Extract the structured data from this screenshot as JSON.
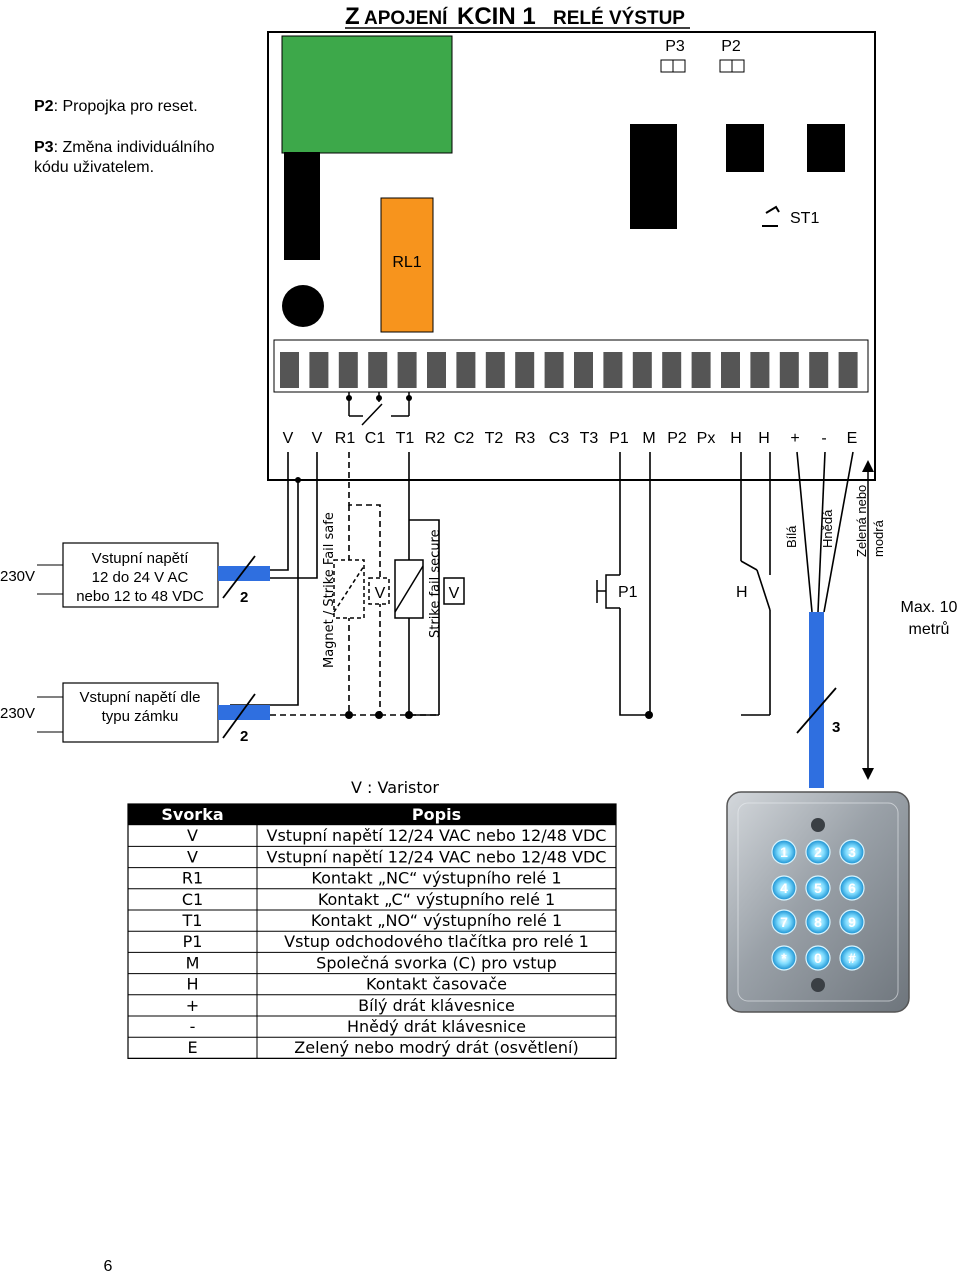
{
  "title": {
    "prefix_big": "Z",
    "prefix_small": "APOJENÍ",
    "kcin": "KCIN 1",
    "rest": "RELÉ VÝSTUP"
  },
  "notes": {
    "p2_key": "P2",
    "p2_text": ": Propojka pro reset.",
    "p3_key": "P3",
    "p3_text": ": Změna individuálního",
    "p3_text2": "kódu uživatelem."
  },
  "board": {
    "jumper_p3": "P3",
    "jumper_p2": "P2",
    "st1": "ST1",
    "relay": "RL1",
    "terminals": [
      "V",
      "V",
      "R1",
      "C1",
      "T1",
      "R2",
      "C2",
      "T2",
      "R3",
      "C3",
      "T3",
      "P1",
      "M",
      "P2",
      "Px",
      "H",
      "H",
      "+",
      "-",
      "E"
    ]
  },
  "wiring": {
    "mains_top": "230V",
    "psu_line1": "Vstupní napětí",
    "psu_line2": "12 do 24 V AC",
    "psu_line3": "nebo 12 to 48 VDC",
    "wires_top": "2",
    "mains_bottom": "230V",
    "lock_psu_line1": "Vstupní napětí dle",
    "lock_psu_line2": "typu zámku",
    "wires_bottom": "2",
    "fail_safe": "Magnet / Strike Fail safe",
    "fail_secure": "Strike fail secure",
    "varistor_1": "V",
    "varistor_2": "V",
    "p1_button": "P1",
    "h_contact": "H",
    "white": "Bílá",
    "brown": "Hnědá",
    "green_1": "Zelená nebo",
    "green_2": "modrá",
    "max_1": "Max. 10",
    "max_2": "metrů",
    "cable_wires": "3",
    "varistor_legend": "V : Varistor"
  },
  "table": {
    "headers": [
      "Svorka",
      "Popis"
    ],
    "rows": [
      [
        "V",
        "Vstupní napětí 12/24 VAC nebo 12/48 VDC"
      ],
      [
        "V",
        "Vstupní napětí 12/24 VAC nebo 12/48 VDC"
      ],
      [
        "R1",
        "Kontakt „NC“ výstupního relé 1"
      ],
      [
        "C1",
        "Kontakt „C“ výstupního relé 1"
      ],
      [
        "T1",
        "Kontakt „NO“ výstupního relé 1"
      ],
      [
        "P1",
        "Vstup odchodového tlačítka pro relé 1"
      ],
      [
        "M",
        "Společná svorka (C) pro vstup"
      ],
      [
        "H",
        "Kontakt časovače"
      ],
      [
        "+",
        "Bílý drát klávesnice"
      ],
      [
        "-",
        "Hnědý drát klávesnice"
      ],
      [
        "E",
        "Zelený nebo modrý drát (osvětlení)"
      ]
    ]
  },
  "keypad": {
    "keys": [
      "1",
      "2",
      "3",
      "4",
      "5",
      "6",
      "7",
      "8",
      "9",
      "*",
      "0",
      "#"
    ]
  },
  "page_number": "6",
  "colors": {
    "board_green": "#3da84a",
    "relay_orange": "#f7941d",
    "wire_blue": "#2f6fe0",
    "key_glow": "#6fd3ff"
  }
}
